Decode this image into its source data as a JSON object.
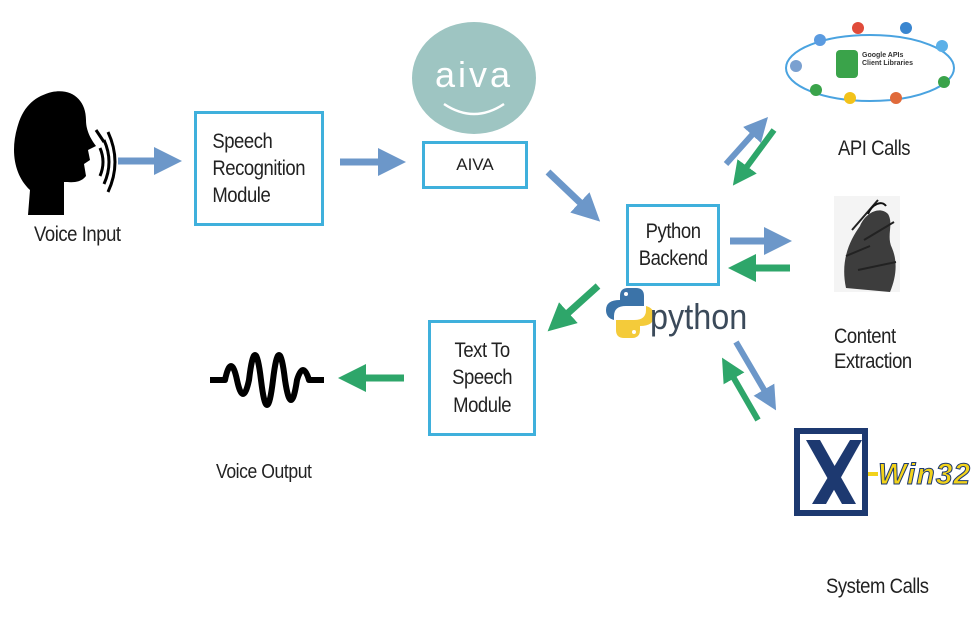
{
  "nodes": {
    "voice_input": "Voice Input",
    "speech_recognition": "Speech\nRecognition\nModule",
    "aiva_logo": "aiva",
    "aiva_box": "AIVA",
    "python_backend": "Python\nBackend",
    "python_logo": "python",
    "text_to_speech": "Text To\nSpeech\nModule",
    "voice_output": "Voice Output",
    "api_calls": "API Calls",
    "google_apis": "Google APIs\nClient Libraries",
    "content_extraction": "Content\nExtraction",
    "xwin_logo": "Win32",
    "system_calls": "System Calls"
  },
  "colors": {
    "box_border": "#3fb0dc",
    "arrow_blue": "#6c97c9",
    "arrow_green": "#2ea66a",
    "aiva_circle": "#9ec5c2",
    "python_blue": "#3b73a8",
    "python_yellow": "#f4cb3a",
    "xwin_navy": "#1d3970",
    "xwin_yellow": "#f2d21a"
  },
  "icons": [
    "speaking-head-icon",
    "sound-wave-icon",
    "google-api-ring-icon",
    "engraving-illustration-icon",
    "python-logo-icon",
    "xwin32-logo-icon"
  ]
}
